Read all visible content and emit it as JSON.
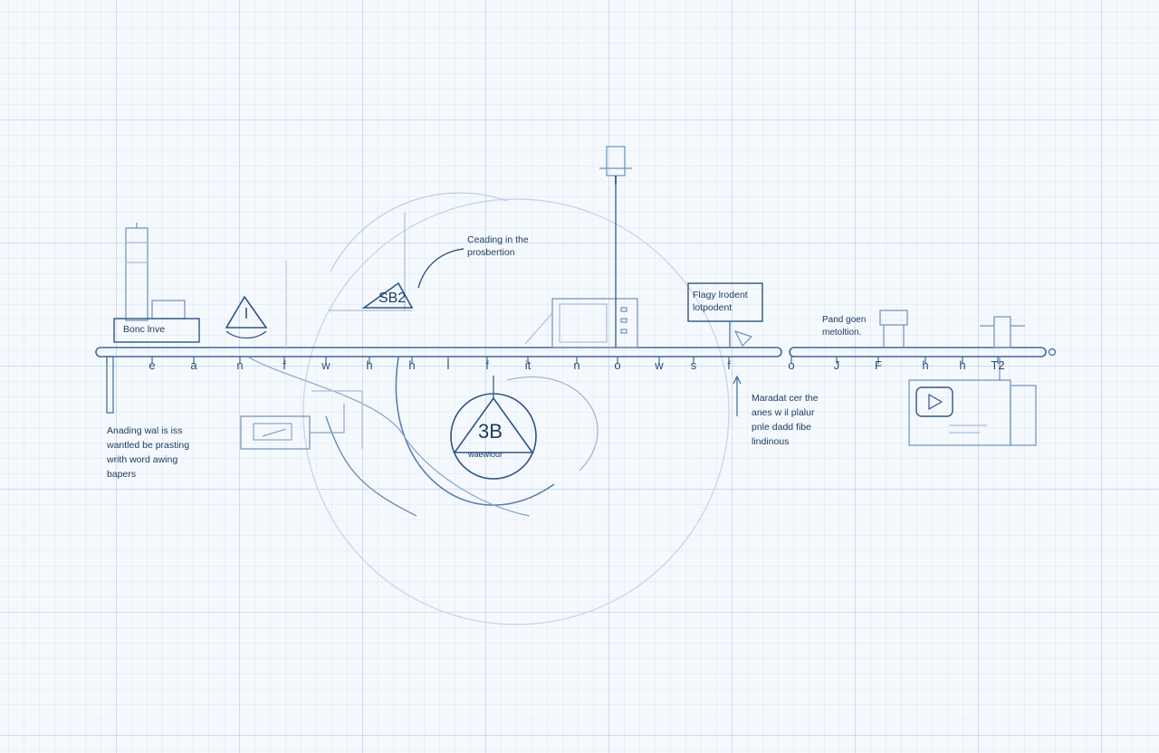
{
  "diagram": {
    "axis_letters": [
      "e",
      "a",
      "n",
      "f",
      "w",
      "h",
      "h",
      "i",
      "f",
      "it",
      "n",
      "o",
      "w",
      "s",
      "f",
      "o",
      "J",
      "F",
      "h",
      "h",
      "T2"
    ],
    "labels": {
      "base_box": "Bonc lnve",
      "top_callout": "Ceading in the\nprosbertion",
      "sign_box": "Flagy lrodent\nlotpodent",
      "right_top": "Pand goen\nmetoltion.",
      "left_bottom": "Anading wal is iss\nwantled be prasting\nwrith word awing\nbapers",
      "right_bottom": "Maradat cer the\nanes w il plalur\npnle dadd fibe\nlindinous"
    },
    "triangles": {
      "top_number": "SB2",
      "center_number": "3B",
      "center_caption": "waewiour"
    }
  }
}
